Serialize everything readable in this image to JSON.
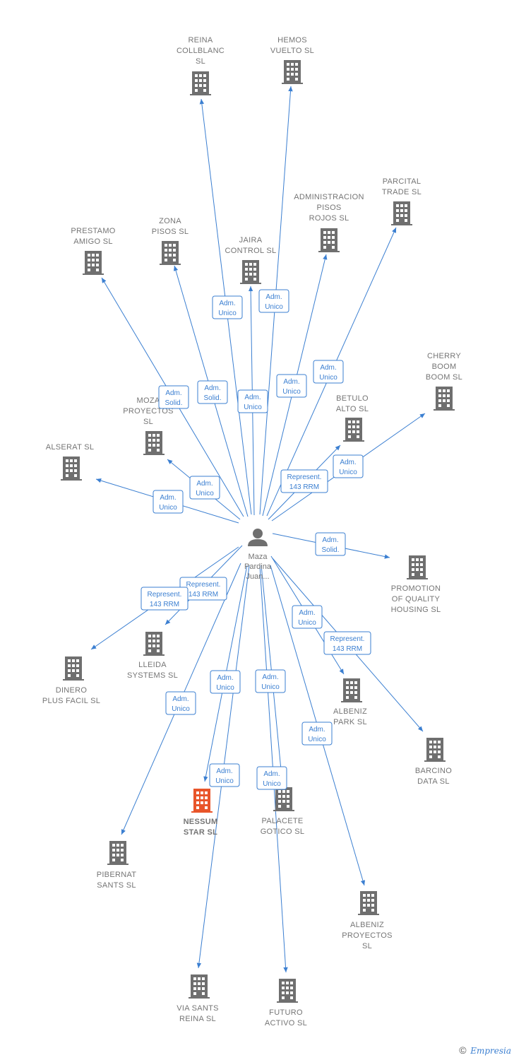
{
  "colors": {
    "edge": "#3b7fd1",
    "building": "#6f6f6f",
    "highlight": "#e8552a",
    "text": "#757575"
  },
  "center": {
    "name": "center-person",
    "label": [
      "Maza",
      "Pardina",
      "Juan..."
    ],
    "icon": "person-icon"
  },
  "companies": [
    {
      "id": "reina-collblanc",
      "label": [
        "REINA",
        "COLLBLANC",
        "SL"
      ]
    },
    {
      "id": "hemos-vuelto",
      "label": [
        "HEMOS",
        "VUELTO  SL"
      ]
    },
    {
      "id": "parcital-trade",
      "label": [
        "PARCITAL",
        "TRADE  SL"
      ]
    },
    {
      "id": "administracion-pisos-rojos",
      "label": [
        "ADMINISTRACION",
        "PISOS",
        "ROJOS  SL"
      ]
    },
    {
      "id": "prestamo-amigo",
      "label": [
        "PRESTAMO",
        "AMIGO SL"
      ]
    },
    {
      "id": "zona-pisos",
      "label": [
        "ZONA",
        "PISOS SL"
      ]
    },
    {
      "id": "jaira-control",
      "label": [
        "JAIRA",
        "CONTROL  SL"
      ]
    },
    {
      "id": "cherry-boom-boom",
      "label": [
        "CHERRY",
        "BOOM",
        "BOOM SL"
      ]
    },
    {
      "id": "moza-proyectos",
      "label": [
        "MOZA",
        "PROYECTOS",
        "SL"
      ]
    },
    {
      "id": "betulo-alto",
      "label": [
        "BETULO",
        "ALTO SL"
      ]
    },
    {
      "id": "alserat",
      "label": [
        "ALSERAT  SL"
      ]
    },
    {
      "id": "promotion-of-quality-housing",
      "label": [
        "PROMOTION",
        "OF QUALITY",
        "HOUSING  SL"
      ]
    },
    {
      "id": "lleida-systems",
      "label": [
        "LLEIDA",
        "SYSTEMS  SL"
      ]
    },
    {
      "id": "dinero-plus-facil",
      "label": [
        "DINERO",
        "PLUS FACIL SL"
      ]
    },
    {
      "id": "albeniz-park",
      "label": [
        "ALBENIZ",
        "PARK  SL"
      ]
    },
    {
      "id": "barcino-data",
      "label": [
        "BARCINO",
        "DATA SL"
      ]
    },
    {
      "id": "nessum-star",
      "label": [
        "NESSUM",
        "STAR  SL"
      ],
      "highlight": true
    },
    {
      "id": "palacete-gotico",
      "label": [
        "PALACETE",
        "GOTICO  SL"
      ]
    },
    {
      "id": "pibernat-sants",
      "label": [
        "PIBERNAT",
        "SANTS  SL"
      ]
    },
    {
      "id": "albeniz-proyectos",
      "label": [
        "ALBENIZ",
        "PROYECTOS",
        "SL"
      ]
    },
    {
      "id": "via-sants-reina",
      "label": [
        "VIA SANTS",
        "REINA  SL"
      ]
    },
    {
      "id": "futuro-activo",
      "label": [
        "FUTURO",
        "ACTIVO SL"
      ]
    }
  ],
  "edges": [
    {
      "to": "reina-collblanc",
      "role": [
        "Adm.",
        "Unico"
      ]
    },
    {
      "to": "hemos-vuelto",
      "role": [
        "Adm.",
        "Unico"
      ]
    },
    {
      "to": "parcital-trade",
      "role": [
        "Adm.",
        "Unico"
      ]
    },
    {
      "to": "administracion-pisos-rojos",
      "role": [
        "Adm.",
        "Unico"
      ]
    },
    {
      "to": "prestamo-amigo",
      "role": [
        "Adm.",
        "Solid."
      ]
    },
    {
      "to": "zona-pisos",
      "role": [
        "Adm.",
        "Solid."
      ]
    },
    {
      "to": "jaira-control",
      "role": [
        "Adm.",
        "Unico"
      ]
    },
    {
      "to": "cherry-boom-boom",
      "role": [
        "Adm.",
        "Unico"
      ]
    },
    {
      "to": "moza-proyectos",
      "role": [
        "Adm.",
        "Unico"
      ]
    },
    {
      "to": "betulo-alto",
      "role": [
        "Represent.",
        "143 RRM"
      ]
    },
    {
      "to": "alserat",
      "role": [
        "Adm.",
        "Unico"
      ]
    },
    {
      "to": "promotion-of-quality-housing",
      "role": [
        "Adm.",
        "Solid."
      ]
    },
    {
      "to": "lleida-systems",
      "role": [
        "Represent.",
        "143 RRM"
      ]
    },
    {
      "to": "dinero-plus-facil",
      "role": [
        "Represent.",
        "143 RRM"
      ]
    },
    {
      "to": "albeniz-park",
      "role": [
        "Adm.",
        "Unico"
      ]
    },
    {
      "to": "barcino-data",
      "role": [
        "Represent.",
        "143 RRM"
      ]
    },
    {
      "to": "nessum-star",
      "role": [
        "Adm.",
        "Unico"
      ]
    },
    {
      "to": "palacete-gotico",
      "role": [
        "Adm.",
        "Unico"
      ]
    },
    {
      "to": "pibernat-sants",
      "role": [
        "Adm.",
        "Unico"
      ]
    },
    {
      "to": "albeniz-proyectos",
      "role": [
        "Adm.",
        "Unico"
      ]
    },
    {
      "to": "via-sants-reina",
      "role": [
        "Adm.",
        "Unico"
      ]
    },
    {
      "to": "futuro-activo",
      "role": [
        "Adm.",
        "Unico"
      ]
    }
  ],
  "footer": {
    "copyright": "©",
    "brand": "Empresia"
  }
}
